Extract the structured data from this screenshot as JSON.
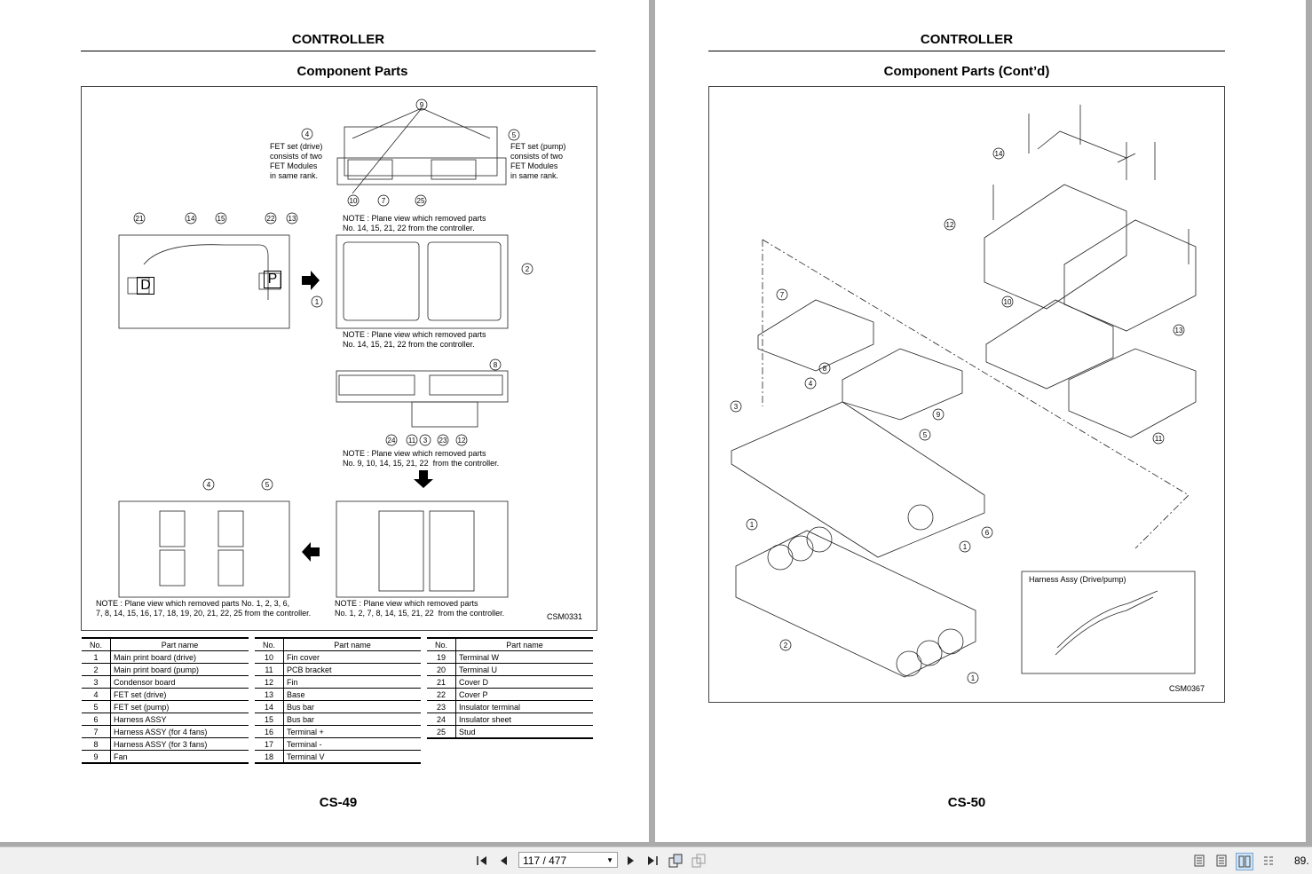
{
  "left_page": {
    "header": "CONTROLLER",
    "subtitle": "Component Parts",
    "notes": {
      "fet_drive": "FET set (drive)\nconsists of two\nFET Modules\nin same rank.",
      "fet_pump": "FET set (pump)\nconsists of two\nFET Modules\nin same rank.",
      "note1": "NOTE : Plane view which removed parts\nNo. 14, 15, 21, 22 from the controller.",
      "note2": "NOTE : Plane view which removed parts\nNo. 14, 15, 21, 22 from the controller.",
      "note3": "NOTE : Plane view which removed parts\nNo. 9, 10, 14, 15, 21, 22  from the controller.",
      "note4": "NOTE : Plane view which removed parts No. 1, 2, 3, 6,\n7, 8, 14, 15, 16, 17, 18, 19, 20, 21, 22, 25 from the controller.",
      "note5": "NOTE : Plane view which removed parts\nNo. 1, 2, 7, 8, 14, 15, 21, 22  from the controller."
    },
    "figure_code": "CSM0331",
    "label_D": "D",
    "label_P": "P",
    "table_header": {
      "no": "No.",
      "name": "Part name"
    },
    "parts_col1": [
      {
        "no": "1",
        "name": "Main print board (drive)"
      },
      {
        "no": "2",
        "name": "Main print board (pump)"
      },
      {
        "no": "3",
        "name": "Condensor board"
      },
      {
        "no": "4",
        "name": "FET set (drive)"
      },
      {
        "no": "5",
        "name": "FET set (pump)"
      },
      {
        "no": "6",
        "name": "Harness ASSY"
      },
      {
        "no": "7",
        "name": "Harness ASSY (for 4 fans)"
      },
      {
        "no": "8",
        "name": "Harness ASSY (for 3 fans)"
      },
      {
        "no": "9",
        "name": "Fan"
      }
    ],
    "parts_col2": [
      {
        "no": "10",
        "name": "Fin cover"
      },
      {
        "no": "11",
        "name": "PCB bracket"
      },
      {
        "no": "12",
        "name": "Fin"
      },
      {
        "no": "13",
        "name": "Base"
      },
      {
        "no": "14",
        "name": "Bus bar"
      },
      {
        "no": "15",
        "name": "Bus bar"
      },
      {
        "no": "16",
        "name": "Terminal +"
      },
      {
        "no": "17",
        "name": "Terminal -"
      },
      {
        "no": "18",
        "name": "Terminal V"
      }
    ],
    "parts_col3": [
      {
        "no": "19",
        "name": "Terminal W"
      },
      {
        "no": "20",
        "name": "Terminal U"
      },
      {
        "no": "21",
        "name": "Cover D"
      },
      {
        "no": "22",
        "name": "Cover P"
      },
      {
        "no": "23",
        "name": "Insulator terminal"
      },
      {
        "no": "24",
        "name": "Insulator sheet"
      },
      {
        "no": "25",
        "name": "Stud"
      }
    ],
    "page_number": "CS-49"
  },
  "right_page": {
    "header": "CONTROLLER",
    "subtitle": "Component Parts (Cont’d)",
    "inset_label": "Harness Assy (Drive/pump)",
    "figure_code": "CSM0367",
    "page_number": "CS-50"
  },
  "toolbar": {
    "first_icon": "first-page-icon",
    "prev_icon": "previous-page-icon",
    "page_value": "117 / 477",
    "next_icon": "next-page-icon",
    "last_icon": "last-page-icon",
    "zoom": "89."
  },
  "colors": {
    "background": "#ababab",
    "page": "#ffffff",
    "toolbar": "#f0f0f0"
  }
}
